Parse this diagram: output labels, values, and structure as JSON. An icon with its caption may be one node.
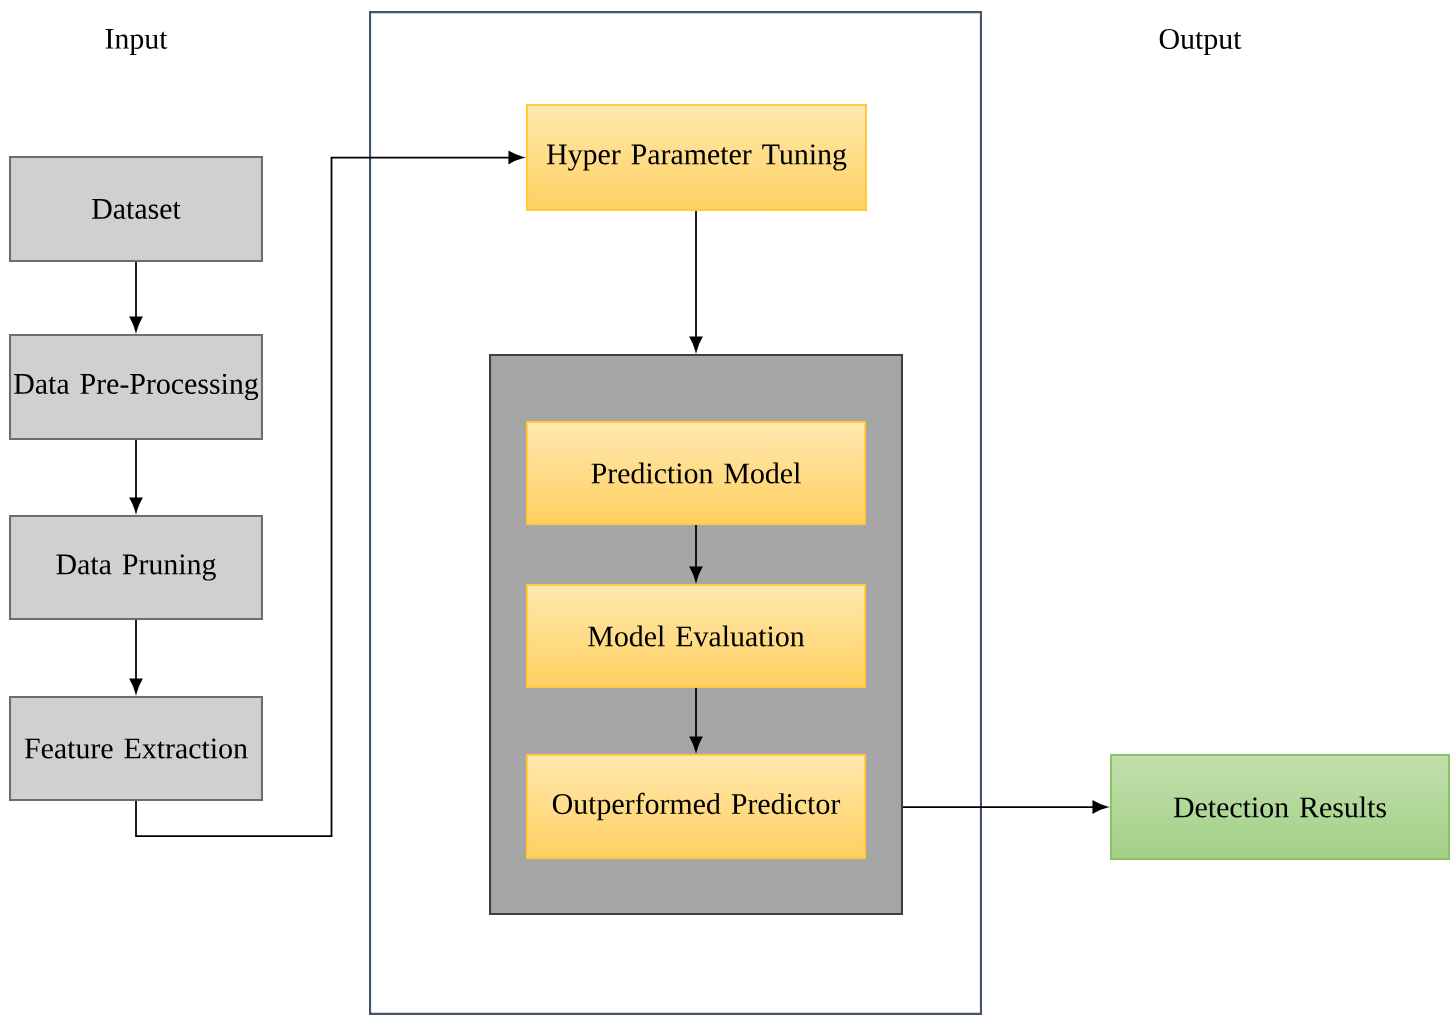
{
  "diagram": {
    "nodes": [
      {
        "text": [
          "Dataset"
        ]
      },
      {
        "text": [
          "Data Pre-Processing"
        ]
      },
      {
        "text": [
          "Data Pruning"
        ]
      },
      {
        "text": [
          "Feature Extraction"
        ]
      },
      {
        "text": [],
        "shape": "box"
      },
      {
        "text": [
          "Hyper Parameter Tuning"
        ],
        "in": 4
      },
      {
        "text": [],
        "shape": "box",
        "in": 4
      },
      {
        "text": [
          "Prediction Model"
        ],
        "in": 6
      },
      {
        "text": [
          "Model Evaluation"
        ],
        "in": 6
      },
      {
        "text": [
          "Outperformed Predictor"
        ],
        "in": 6
      },
      {
        "text": [
          "Detection Results"
        ]
      }
    ],
    "edges": [
      {
        "from": 0,
        "to": 1,
        "arrow": "to"
      },
      {
        "from": 1,
        "to": 2,
        "arrow": "to"
      },
      {
        "from": 2,
        "to": 3,
        "arrow": "to"
      },
      {
        "from": 3,
        "to": 5,
        "arrow": "to"
      },
      {
        "from": 5,
        "to": 6,
        "arrow": "to"
      },
      {
        "from": 7,
        "to": 8,
        "arrow": "to"
      },
      {
        "from": 8,
        "to": 9,
        "arrow": "to"
      },
      {
        "from": 6,
        "to": 10,
        "arrow": "to"
      }
    ],
    "labels": [
      "Input",
      "Output"
    ]
  }
}
